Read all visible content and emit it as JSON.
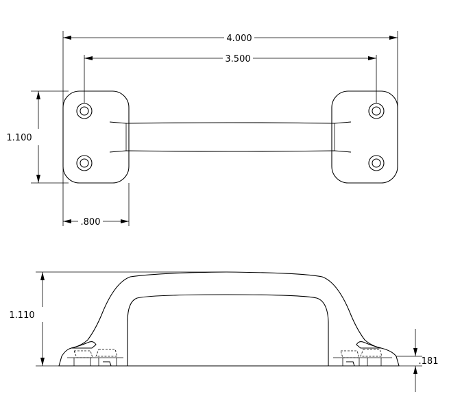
{
  "dimensions": {
    "overall_length": "4.000",
    "hole_spacing": "3.500",
    "base_height": "1.100",
    "base_width": ".800",
    "overall_height": "1.110",
    "base_thickness": ".181"
  }
}
